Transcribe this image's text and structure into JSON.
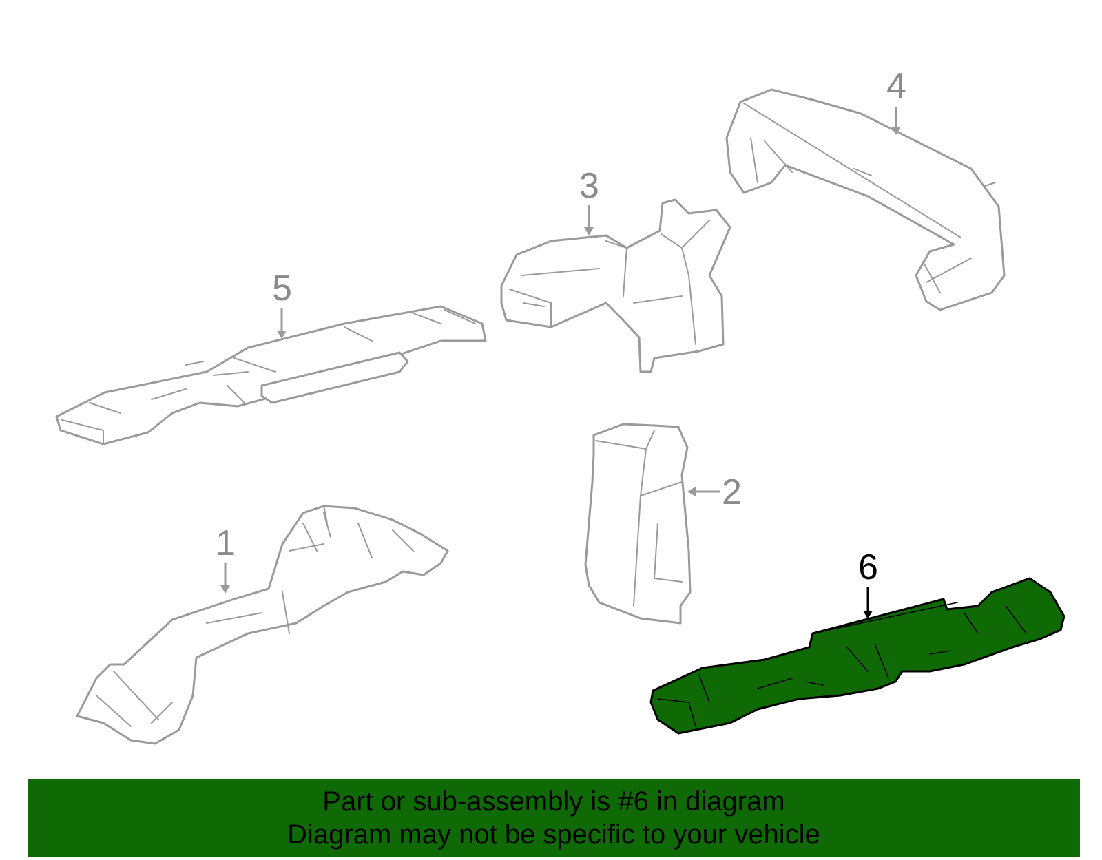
{
  "callouts": {
    "c1": "1",
    "c2": "2",
    "c3": "3",
    "c4": "4",
    "c5": "5",
    "c6": "6"
  },
  "highlighted_part": "6",
  "banner": {
    "line1": "Part or sub-assembly is #6 in diagram",
    "line2": "Diagram may not be specific to your vehicle"
  },
  "colors": {
    "highlight_fill": "#0f6a06",
    "banner_bg": "#0f6a06",
    "part_outline": "#9a9a9a",
    "callout_text": "#8a8a8a"
  }
}
